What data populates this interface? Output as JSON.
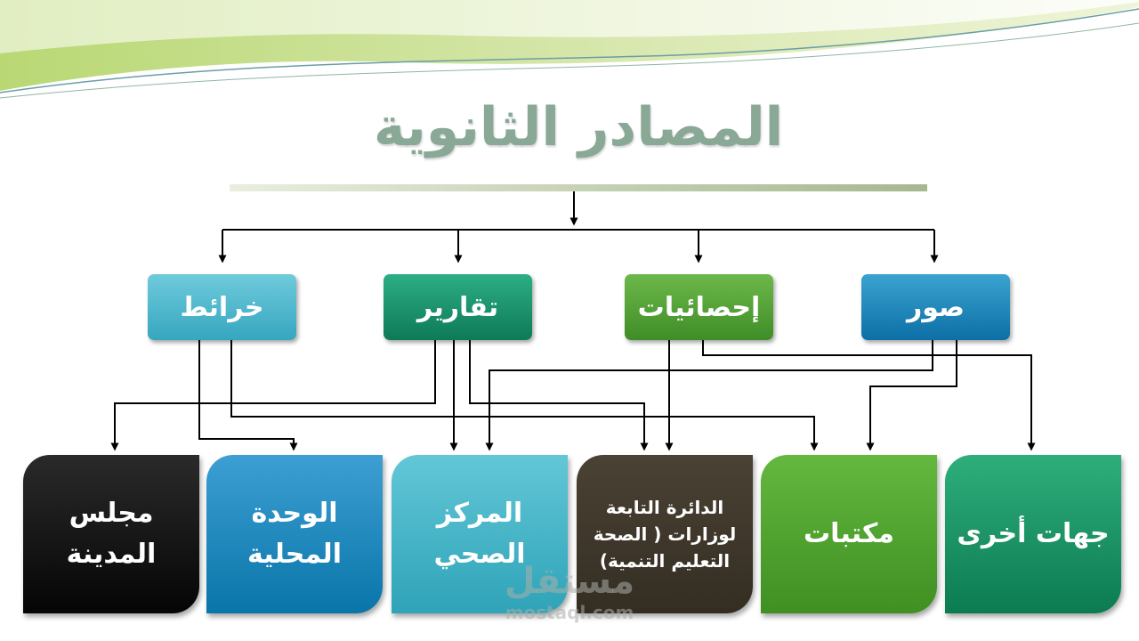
{
  "title": "المصادر الثانوية",
  "categories": {
    "images": "صور",
    "statistics": "إحصائيات",
    "reports": "تقارير",
    "maps": "خرائط"
  },
  "destinations": {
    "other_bodies": "جهات أخرى",
    "libraries": "مكتبات",
    "ministry_departments": "الدائرة التابعة لوزارات ( الصحة التعليم التنمية)",
    "health_center": "المركز الصحي",
    "local_unit": "الوحدة المحلية",
    "city_council": "مجلس المدينة"
  },
  "watermark": {
    "arabic": "مستقل",
    "latin": "mostaql.com"
  },
  "colors": {
    "title": "#8aa896",
    "images_box": "#1f88bd",
    "statistics_box": "#55a435",
    "reports_box": "#1a9470",
    "maps_box": "#4eb8cc",
    "dept_box": "#3f382b",
    "council_box": "#111111"
  }
}
